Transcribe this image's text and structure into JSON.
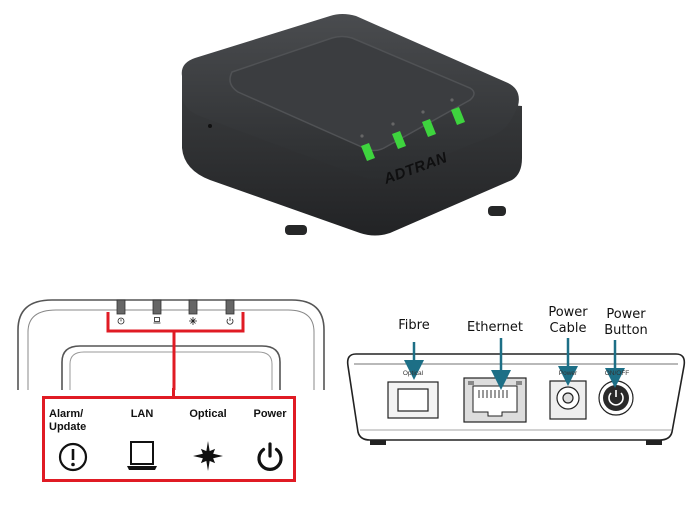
{
  "device": {
    "brand_logo_text": "ADTRAN"
  },
  "led_legend": {
    "items": [
      {
        "label": "Alarm/\nUpdate",
        "icon": "exclamation-icon"
      },
      {
        "label": "LAN",
        "icon": "laptop-icon"
      },
      {
        "label": "Optical",
        "icon": "starburst-icon"
      },
      {
        "label": "Power",
        "icon": "power-icon"
      }
    ]
  },
  "rear_panel": {
    "callouts": [
      {
        "title": "Fibre",
        "port_label": "Optical"
      },
      {
        "title": "Ethernet",
        "port_label": ""
      },
      {
        "title": "Power\nCable",
        "port_label": "Power"
      },
      {
        "title": "Power\nButton",
        "port_label": "ON/OFF"
      }
    ]
  },
  "colors": {
    "led_green": "#3ed43e",
    "highlight_red": "#e01b24",
    "callout_teal": "#1d6f86",
    "device_body": "#2f3133"
  }
}
